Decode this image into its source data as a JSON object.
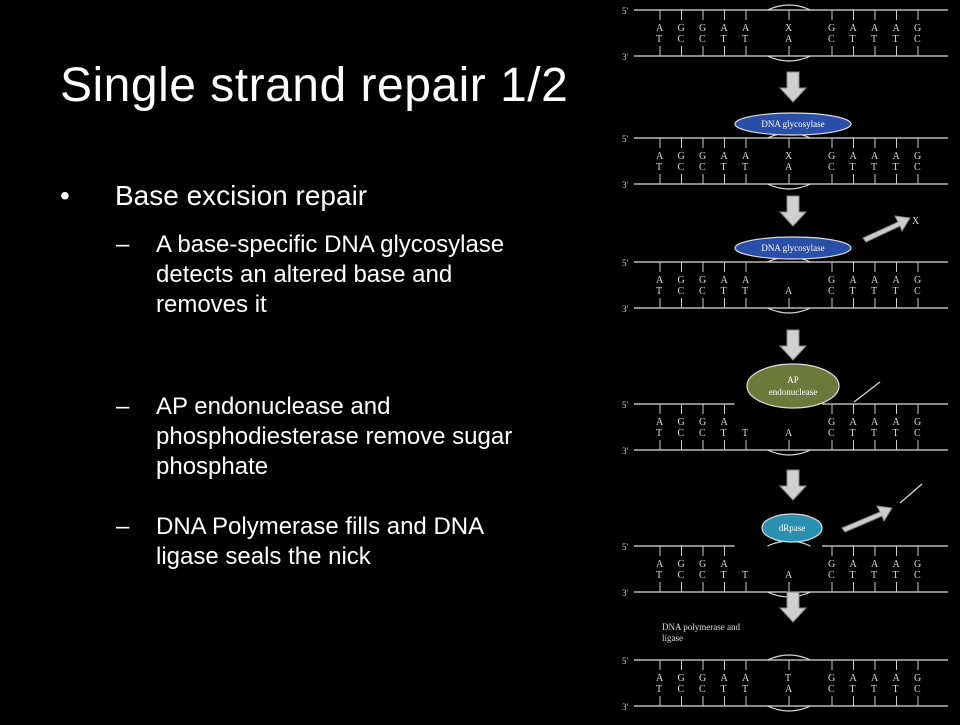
{
  "slide": {
    "title": "Single strand repair 1/2",
    "bullet": {
      "marker": "•",
      "text": "Base excision repair"
    },
    "subbullets": [
      {
        "marker": "–",
        "text": "A base-specific DNA glycosylase detects an altered base and removes it"
      },
      {
        "marker": "–",
        "text": "AP endonuclease and phosphodiesterase remove sugar phosphate"
      },
      {
        "marker": "–",
        "text": "DNA Polymerase fills and DNA ligase seals the nick"
      }
    ]
  },
  "diagram": {
    "prime5": "5'",
    "prime3": "3'",
    "steps": [
      {
        "top": [
          "A",
          "G",
          "G",
          "A",
          "A",
          "",
          "X",
          "",
          "G",
          "A",
          "A",
          "A",
          "G"
        ],
        "bottom": [
          "T",
          "C",
          "C",
          "T",
          "T",
          "",
          "A",
          "",
          "C",
          "T",
          "T",
          "T",
          "C"
        ]
      },
      {
        "top": [
          "A",
          "G",
          "G",
          "A",
          "A",
          "",
          "X",
          "",
          "G",
          "A",
          "A",
          "A",
          "G"
        ],
        "bottom": [
          "T",
          "C",
          "C",
          "T",
          "T",
          "",
          "A",
          "",
          "C",
          "T",
          "T",
          "T",
          "C"
        ]
      },
      {
        "top": [
          "A",
          "G",
          "G",
          "A",
          "A",
          "",
          "",
          "",
          "G",
          "A",
          "A",
          "A",
          "G"
        ],
        "bottom": [
          "T",
          "C",
          "C",
          "T",
          "T",
          "",
          "A",
          "",
          "C",
          "T",
          "T",
          "T",
          "C"
        ]
      },
      {
        "top": [
          "A",
          "G",
          "G",
          "A",
          "",
          "",
          "",
          "",
          "G",
          "A",
          "A",
          "A",
          "G"
        ],
        "bottom": [
          "T",
          "C",
          "C",
          "T",
          "T",
          "",
          "A",
          "",
          "C",
          "T",
          "T",
          "T",
          "C"
        ]
      },
      {
        "top": [
          "A",
          "G",
          "G",
          "A",
          "",
          "",
          "",
          "",
          "G",
          "A",
          "A",
          "A",
          "G"
        ],
        "bottom": [
          "T",
          "C",
          "C",
          "T",
          "T",
          "",
          "A",
          "",
          "C",
          "T",
          "T",
          "T",
          "C"
        ]
      },
      {
        "top": [
          "A",
          "G",
          "G",
          "A",
          "A",
          "",
          "T",
          "",
          "G",
          "A",
          "A",
          "A",
          "G"
        ],
        "bottom": [
          "T",
          "C",
          "C",
          "T",
          "T",
          "",
          "A",
          "",
          "C",
          "T",
          "T",
          "T",
          "C"
        ]
      }
    ],
    "enzymes": [
      {
        "label": "DNA glycosylase",
        "color": "#2a4fa8"
      },
      {
        "label": "DNA glycosylase",
        "color": "#2a4fa8"
      },
      {
        "label": "AP endonuclease",
        "color": "#6b7a3a"
      },
      {
        "label": "dRpase",
        "color": "#2a8fb0"
      }
    ],
    "released_label": "X",
    "final_label_line1": "DNA polymerase and",
    "final_label_line2": "ligase"
  }
}
